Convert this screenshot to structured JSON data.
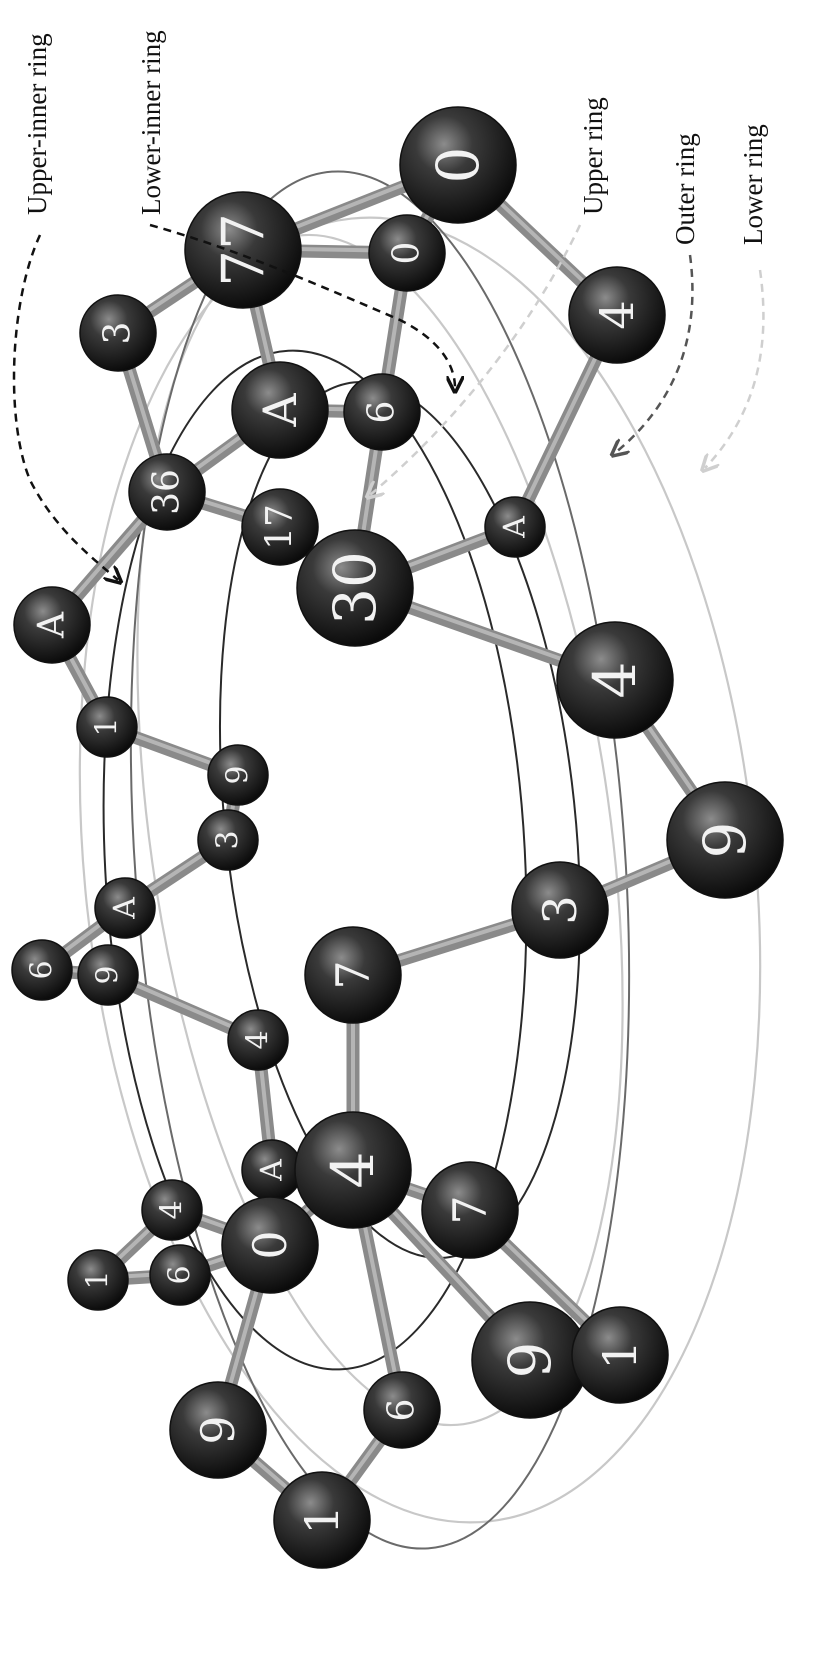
{
  "labels": {
    "upper_inner": "Upper-inner ring",
    "lower_inner": "Lower-inner ring",
    "upper": "Upper ring",
    "outer": "Outer ring",
    "lower": "Lower ring"
  },
  "nodes": [
    {
      "id": "n0",
      "label": "0",
      "size": "xl"
    },
    {
      "id": "n1",
      "label": "4",
      "size": "l"
    },
    {
      "id": "n2",
      "label": "77",
      "size": "xl"
    },
    {
      "id": "n3",
      "label": "0",
      "size": "m"
    },
    {
      "id": "n4",
      "label": "3",
      "size": "m"
    },
    {
      "id": "n5",
      "label": "A",
      "size": "m"
    },
    {
      "id": "n6",
      "label": "6",
      "size": "m"
    },
    {
      "id": "n7",
      "label": "A",
      "size": "l"
    },
    {
      "id": "n8",
      "label": "36",
      "size": "m"
    },
    {
      "id": "n9",
      "label": "17",
      "size": "m"
    },
    {
      "id": "n10",
      "label": "30",
      "size": "xl"
    },
    {
      "id": "n11",
      "label": "A",
      "size": "s"
    },
    {
      "id": "n12",
      "label": "4",
      "size": "xl"
    },
    {
      "id": "n13",
      "label": "1",
      "size": "s"
    },
    {
      "id": "n14",
      "label": "9",
      "size": "s"
    },
    {
      "id": "n15",
      "label": "9",
      "size": "xl"
    },
    {
      "id": "n16",
      "label": "3",
      "size": "s"
    },
    {
      "id": "n17",
      "label": "3",
      "size": "l"
    },
    {
      "id": "n18",
      "label": "A",
      "size": "s"
    },
    {
      "id": "n19",
      "label": "6",
      "size": "s"
    },
    {
      "id": "n20",
      "label": "7",
      "size": "l"
    },
    {
      "id": "n21",
      "label": "9",
      "size": "s"
    },
    {
      "id": "n22",
      "label": "4",
      "size": "s"
    },
    {
      "id": "n23",
      "label": "A",
      "size": "s"
    },
    {
      "id": "n24",
      "label": "4",
      "size": "xl"
    },
    {
      "id": "n25",
      "label": "4",
      "size": "s"
    },
    {
      "id": "n26",
      "label": "0",
      "size": "l"
    },
    {
      "id": "n27",
      "label": "7",
      "size": "l"
    },
    {
      "id": "n28",
      "label": "1",
      "size": "s"
    },
    {
      "id": "n29",
      "label": "6",
      "size": "s"
    },
    {
      "id": "n30",
      "label": "9",
      "size": "xl"
    },
    {
      "id": "n31",
      "label": "1",
      "size": "l"
    },
    {
      "id": "n32",
      "label": "9",
      "size": "l"
    },
    {
      "id": "n33",
      "label": "6",
      "size": "m"
    },
    {
      "id": "n34",
      "label": "1",
      "size": "l"
    }
  ],
  "edges": [
    [
      "n0",
      "n1"
    ],
    [
      "n0",
      "n2"
    ],
    [
      "n0",
      "n3"
    ],
    [
      "n2",
      "n3"
    ],
    [
      "n2",
      "n4"
    ],
    [
      "n2",
      "n7"
    ],
    [
      "n3",
      "n6"
    ],
    [
      "n7",
      "n6"
    ],
    [
      "n7",
      "n8"
    ],
    [
      "n4",
      "n8"
    ],
    [
      "n8",
      "n5"
    ],
    [
      "n8",
      "n9"
    ],
    [
      "n9",
      "n10"
    ],
    [
      "n10",
      "n6"
    ],
    [
      "n1",
      "n11"
    ],
    [
      "n11",
      "n10"
    ],
    [
      "n10",
      "n12"
    ],
    [
      "n12",
      "n15"
    ],
    [
      "n15",
      "n17"
    ],
    [
      "n17",
      "n20"
    ],
    [
      "n20",
      "n24"
    ],
    [
      "n5",
      "n13"
    ],
    [
      "n13",
      "n14"
    ],
    [
      "n14",
      "n16"
    ],
    [
      "n16",
      "n18"
    ],
    [
      "n18",
      "n19"
    ],
    [
      "n19",
      "n21"
    ],
    [
      "n21",
      "n22"
    ],
    [
      "n22",
      "n23"
    ],
    [
      "n23",
      "n26"
    ],
    [
      "n24",
      "n26"
    ],
    [
      "n24",
      "n27"
    ],
    [
      "n24",
      "n30"
    ],
    [
      "n24",
      "n33"
    ],
    [
      "n27",
      "n31"
    ],
    [
      "n25",
      "n26"
    ],
    [
      "n25",
      "n28"
    ],
    [
      "n28",
      "n29"
    ],
    [
      "n29",
      "n26"
    ],
    [
      "n26",
      "n32"
    ],
    [
      "n32",
      "n34"
    ],
    [
      "n34",
      "n33"
    ],
    [
      "n30",
      "n31"
    ]
  ]
}
